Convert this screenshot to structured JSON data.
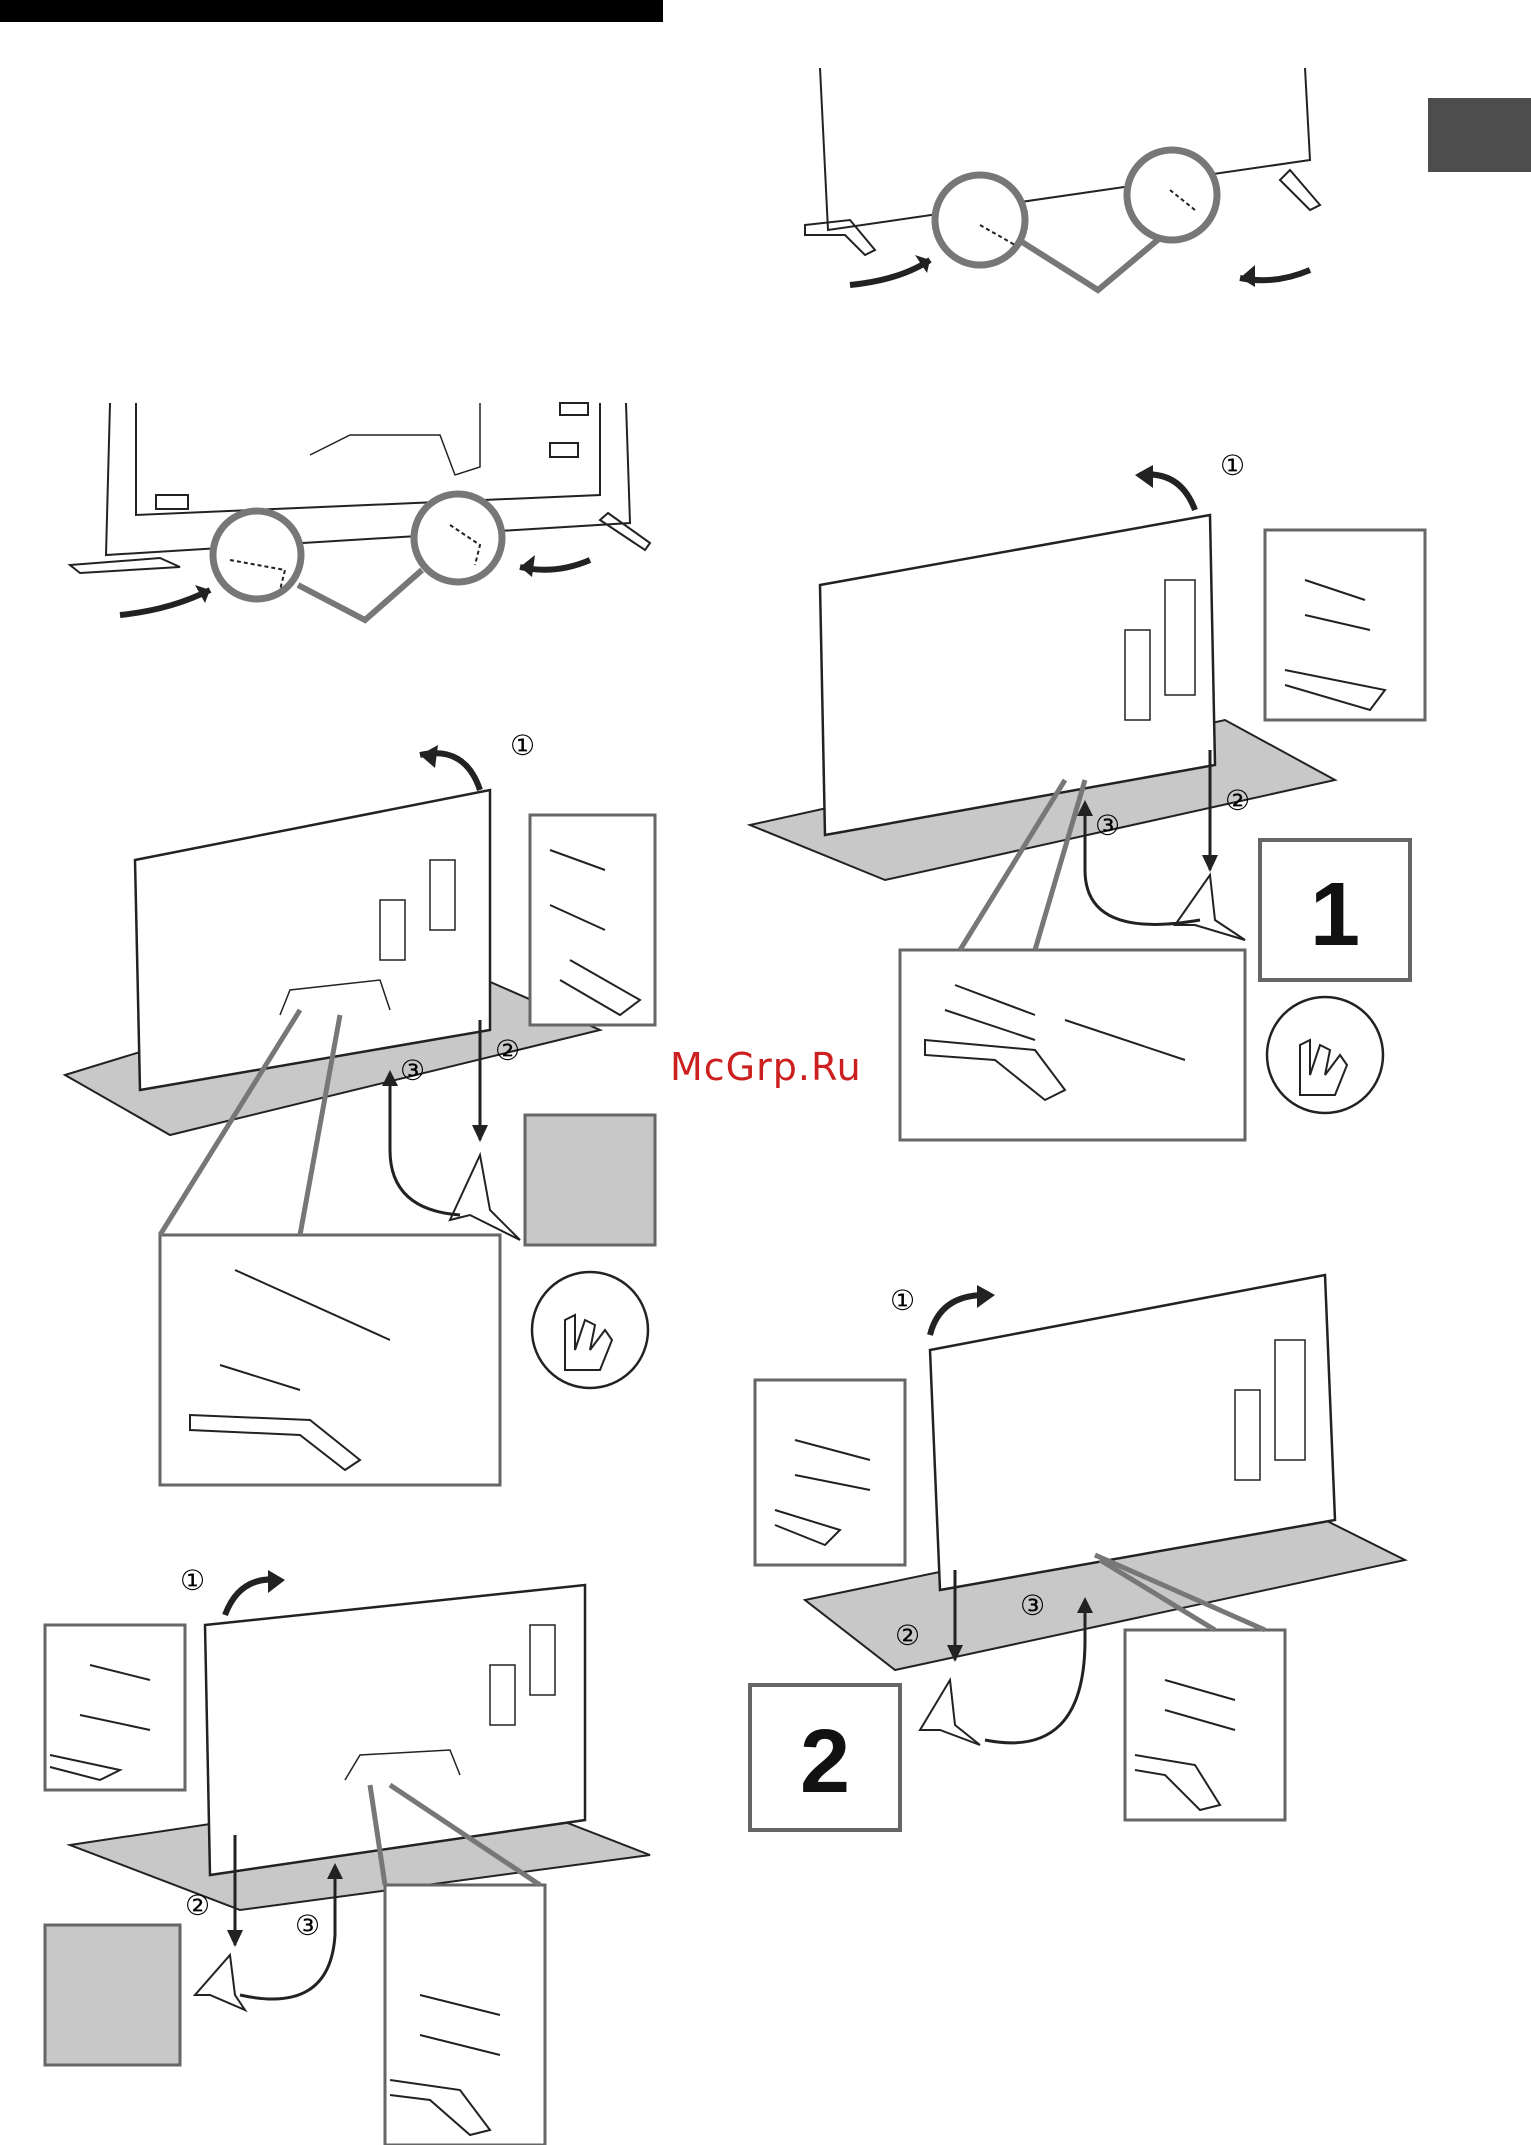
{
  "watermark": "McGrp.Ru",
  "step_labels": {
    "step1": "①",
    "step2": "②",
    "step3": "③"
  },
  "box_numbers": {
    "one": "1",
    "two": "2"
  },
  "colors": {
    "header_bar": "#000000",
    "side_tab": "#4d4d4d",
    "watermark": "#cc1f1f",
    "line_art": "#222222",
    "gray_fill": "#c8c8c8",
    "callout_frame": "#666666"
  }
}
